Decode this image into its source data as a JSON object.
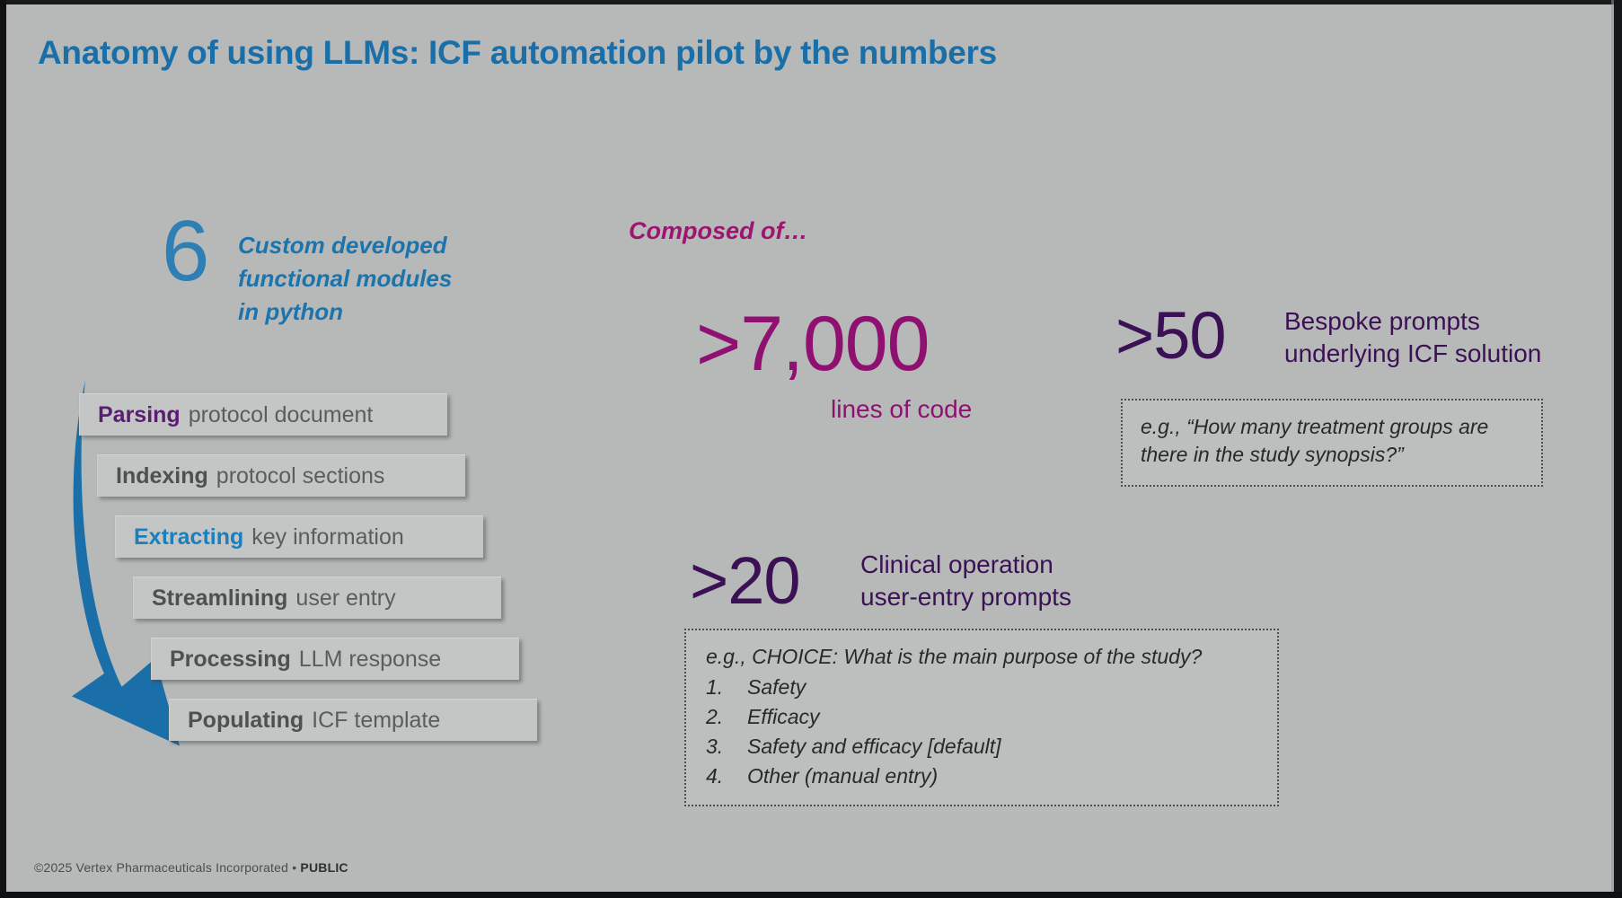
{
  "slide": {
    "title": "Anatomy of using LLMs: ICF automation pilot by the numbers",
    "background_color": "#b6b9b8"
  },
  "modules_stat": {
    "number": "6",
    "caption": "Custom developed functional modules in python",
    "caption_line_1": "Custom developed",
    "caption_line_2": "functional modules",
    "caption_line_3": "in python",
    "color": "#1c74ad"
  },
  "flow": {
    "arrow_icon": "down-arrow-icon",
    "arrow_color": "#1b6fa8",
    "steps": [
      {
        "keyword": "Parsing",
        "rest": "protocol document",
        "keyword_color": "#5a1d72"
      },
      {
        "keyword": "Indexing",
        "rest": "protocol sections",
        "keyword_color": "#4d5150"
      },
      {
        "keyword": "Extracting",
        "rest": "key information",
        "keyword_color": "#1b7fbd"
      },
      {
        "keyword": "Streamlining",
        "rest": "user entry",
        "keyword_color": "#4d5150"
      },
      {
        "keyword": "Processing",
        "rest": "LLM response",
        "keyword_color": "#4d5150"
      },
      {
        "keyword": "Populating",
        "rest": "ICF template",
        "keyword_color": "#4d5150"
      }
    ]
  },
  "composed": {
    "label": "Composed of…",
    "color": "#9c1571"
  },
  "lines_of_code": {
    "number": ">7,000",
    "label": "lines of code",
    "color": "#8f1070"
  },
  "bespoke_prompts": {
    "number": ">50",
    "text_line_1": "Bespoke prompts",
    "text_line_2": "underlying ICF solution",
    "color": "#3b1055",
    "example": "e.g.,  “How many treatment groups are there in the study synopsis?”"
  },
  "user_entry_prompts": {
    "number": ">20",
    "text_line_1": "Clinical operation",
    "text_line_2": "user-entry prompts",
    "color": "#3b1055",
    "example_question": "e.g., CHOICE: What is the main purpose of the study?",
    "example_options": [
      {
        "num": "1.",
        "text": "Safety"
      },
      {
        "num": "2.",
        "text": "Efficacy"
      },
      {
        "num": "3.",
        "text": "Safety and efficacy [default]"
      },
      {
        "num": "4.",
        "text": "Other (manual entry)"
      }
    ]
  },
  "footer": {
    "copyright": "©2025 Vertex Pharmaceuticals Incorporated  •  ",
    "classification": "PUBLIC"
  }
}
